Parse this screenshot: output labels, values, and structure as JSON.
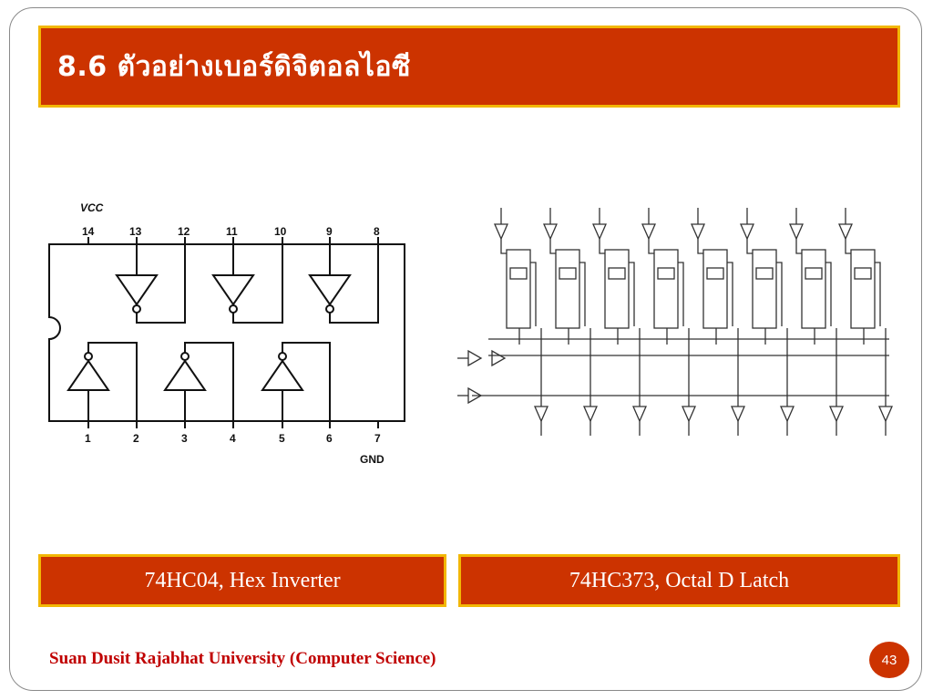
{
  "slide": {
    "title": "8.6 ตัวอย่างเบอร์ดิจิตอลไอซี",
    "page_number": "43",
    "footer": "Suan Dusit Rajabhat University (Computer Science)"
  },
  "figures": {
    "left": {
      "caption": "74HC04, Hex Inverter",
      "vcc_label": "VCC",
      "gnd_label": "GND",
      "top_pins": [
        "14",
        "13",
        "12",
        "11",
        "10",
        "9",
        "8"
      ],
      "bottom_pins": [
        "1",
        "2",
        "3",
        "4",
        "5",
        "6",
        "7"
      ]
    },
    "right": {
      "caption": "74HC373, Octal D Latch"
    }
  },
  "colors": {
    "accent": "#cc3300",
    "border": "#f2b705",
    "footer_text": "#c00000"
  }
}
